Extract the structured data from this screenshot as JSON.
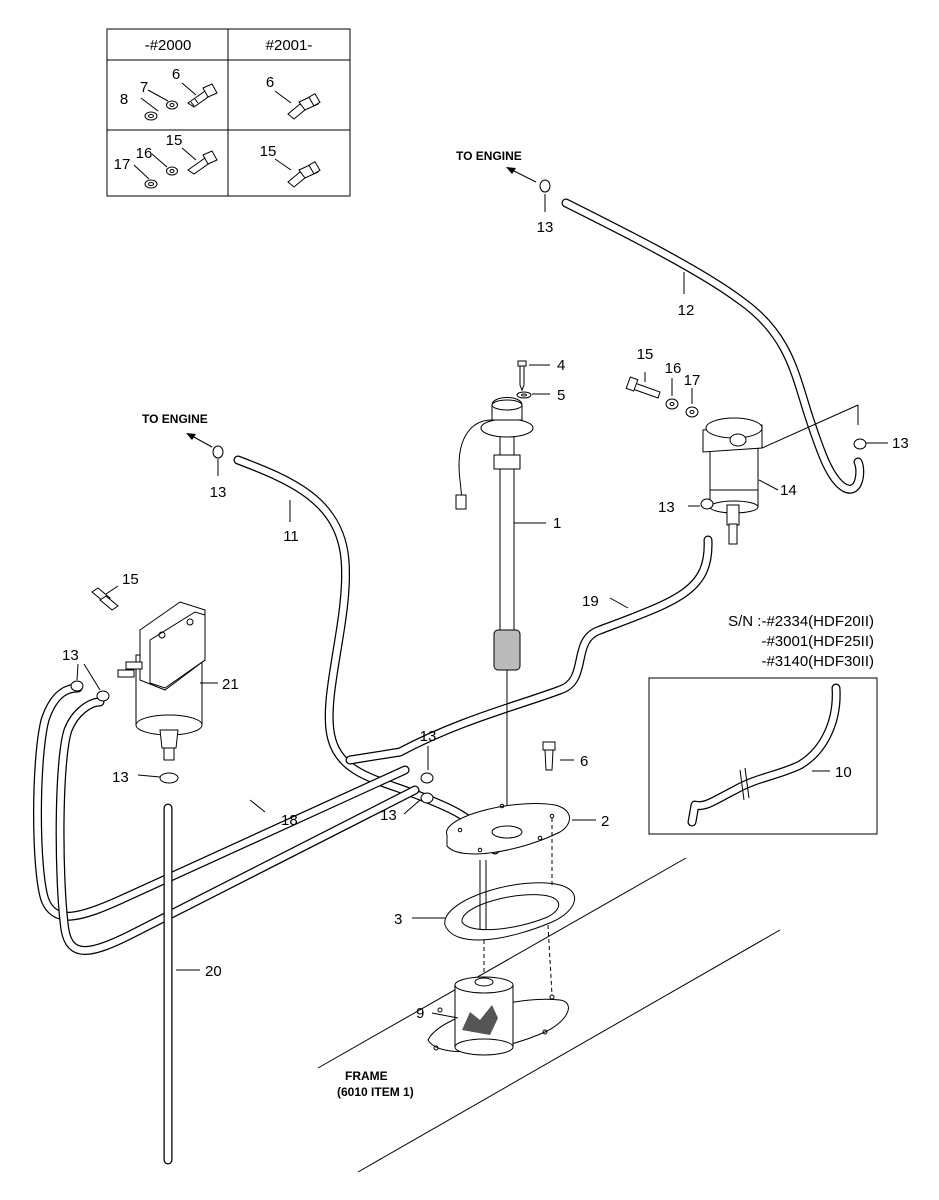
{
  "table": {
    "col1_header": "-#2000",
    "col2_header": "#2001-",
    "row1": {
      "left": [
        "8",
        "7",
        "6"
      ],
      "right": [
        "6"
      ]
    },
    "row2": {
      "left": [
        "17",
        "16",
        "15"
      ],
      "right": [
        "15"
      ]
    }
  },
  "notes": {
    "to_engine_upper": "TO ENGINE",
    "to_engine_left": "TO ENGINE",
    "frame_line1": "FRAME",
    "frame_line2": "(6010 ITEM 1)"
  },
  "serial_note": {
    "line1": "S/N :-#2334(HDF20II)",
    "line2": "-#3001(HDF25II)",
    "line3": "-#3140(HDF30II)"
  },
  "callouts": {
    "c1": "1",
    "c2": "2",
    "c3": "3",
    "c4": "4",
    "c5": "5",
    "c6": "6",
    "c9": "9",
    "c10": "10",
    "c11": "11",
    "c12": "12",
    "c13_a": "13",
    "c13_b": "13",
    "c13_c": "13",
    "c13_d": "13",
    "c13_e": "13",
    "c13_f": "13",
    "c13_g": "13",
    "c13_h": "13",
    "c14": "14",
    "c15_a": "15",
    "c15_b": "15",
    "c16": "16",
    "c17": "17",
    "c18": "18",
    "c19": "19",
    "c20": "20",
    "c21": "21"
  }
}
